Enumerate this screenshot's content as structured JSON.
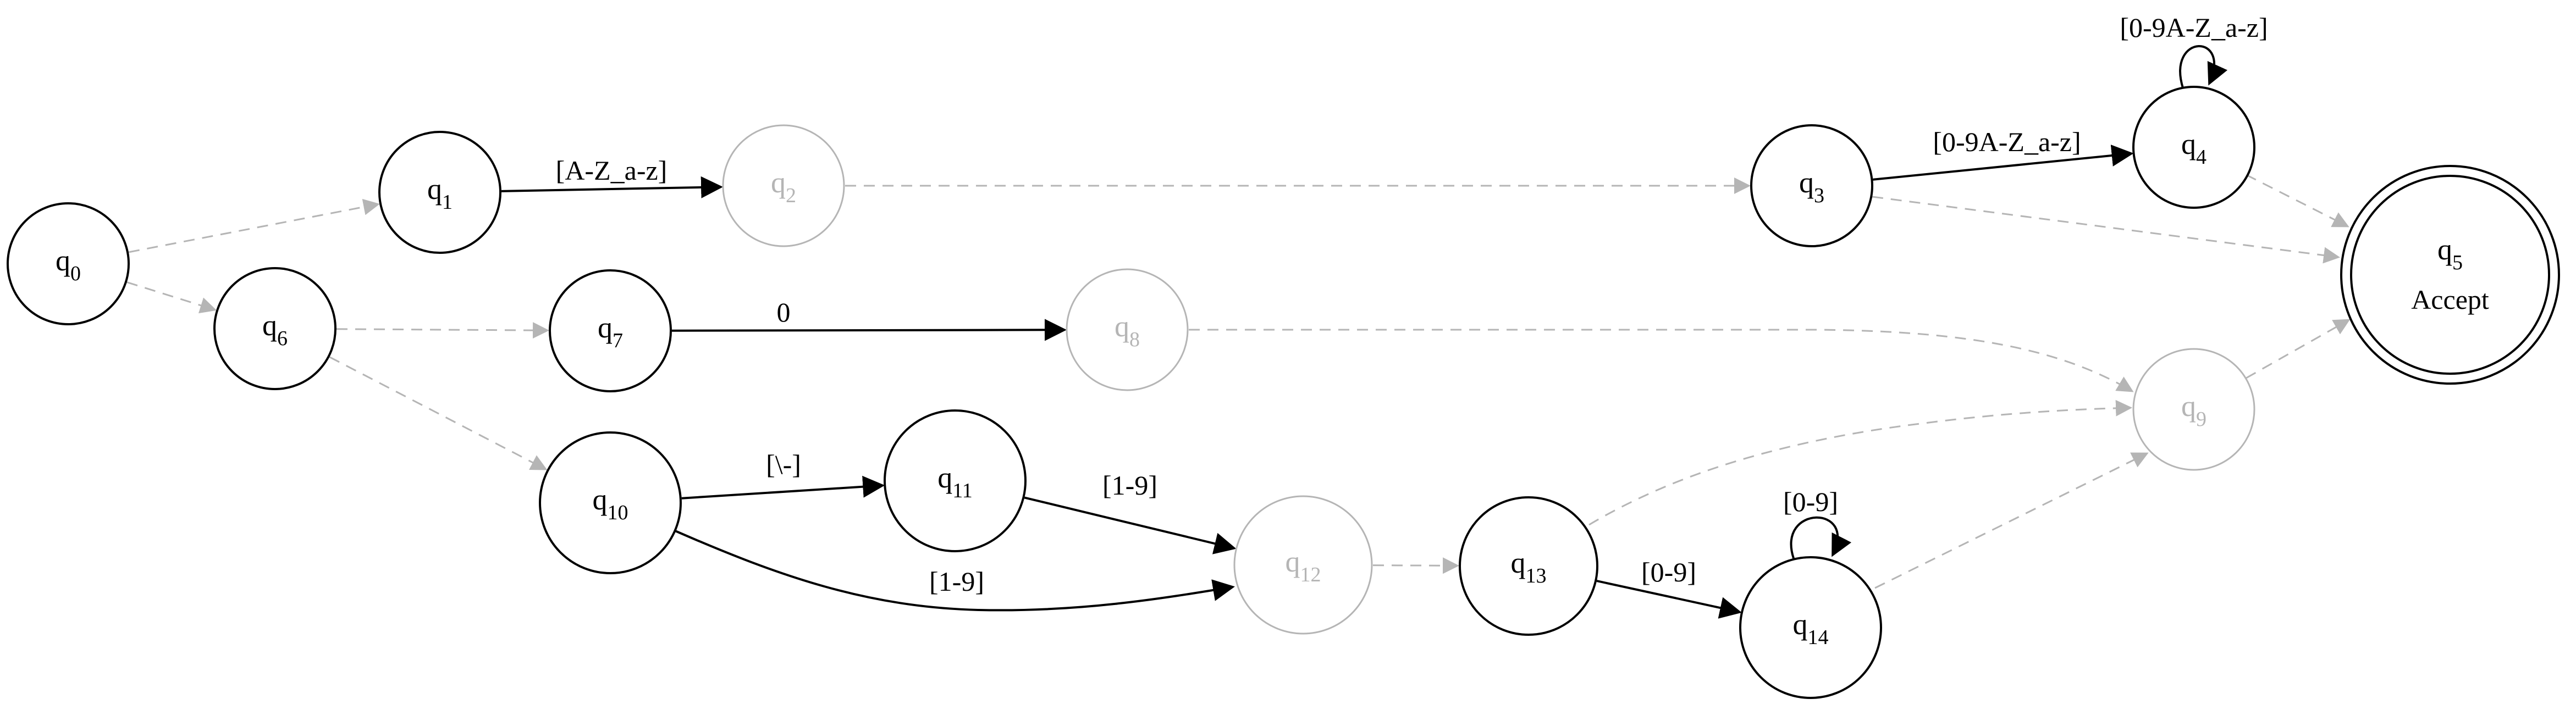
{
  "diagram": {
    "colors": {
      "solid": "#000000",
      "faded": "#b5b5b5",
      "background": "#ffffff"
    },
    "nodes": [
      {
        "id": "q0",
        "name": "q",
        "sub": "0",
        "style": "solid"
      },
      {
        "id": "q1",
        "name": "q",
        "sub": "1",
        "style": "solid"
      },
      {
        "id": "q2",
        "name": "q",
        "sub": "2",
        "style": "faded"
      },
      {
        "id": "q3",
        "name": "q",
        "sub": "3",
        "style": "solid"
      },
      {
        "id": "q4",
        "name": "q",
        "sub": "4",
        "style": "solid"
      },
      {
        "id": "q5",
        "name": "q",
        "sub": "5",
        "extra": "Accept",
        "style": "solid",
        "accepting": true
      },
      {
        "id": "q6",
        "name": "q",
        "sub": "6",
        "style": "solid"
      },
      {
        "id": "q7",
        "name": "q",
        "sub": "7",
        "style": "solid"
      },
      {
        "id": "q8",
        "name": "q",
        "sub": "8",
        "style": "faded"
      },
      {
        "id": "q9",
        "name": "q",
        "sub": "9",
        "style": "faded"
      },
      {
        "id": "q10",
        "name": "q",
        "sub": "10",
        "style": "solid"
      },
      {
        "id": "q11",
        "name": "q",
        "sub": "11",
        "style": "solid"
      },
      {
        "id": "q12",
        "name": "q",
        "sub": "12",
        "style": "faded"
      },
      {
        "id": "q13",
        "name": "q",
        "sub": "13",
        "style": "solid"
      },
      {
        "id": "q14",
        "name": "q",
        "sub": "14",
        "style": "solid"
      }
    ],
    "edges": [
      {
        "id": "q0-q1",
        "from": "q0",
        "to": "q1",
        "label": "",
        "style": "dashed"
      },
      {
        "id": "q0-q6",
        "from": "q0",
        "to": "q6",
        "label": "",
        "style": "dashed"
      },
      {
        "id": "q1-q2",
        "from": "q1",
        "to": "q2",
        "label": "[A-Z_a-z]",
        "style": "solid"
      },
      {
        "id": "q2-q3",
        "from": "q2",
        "to": "q3",
        "label": "",
        "style": "dashed"
      },
      {
        "id": "q3-q4",
        "from": "q3",
        "to": "q4",
        "label": "[0-9A-Z_a-z]",
        "style": "solid"
      },
      {
        "id": "q4-q4",
        "from": "q4",
        "to": "q4",
        "label": "[0-9A-Z_a-z]",
        "style": "solid",
        "loop": true
      },
      {
        "id": "q3-q5",
        "from": "q3",
        "to": "q5",
        "label": "",
        "style": "dashed"
      },
      {
        "id": "q4-q5",
        "from": "q4",
        "to": "q5",
        "label": "",
        "style": "dashed"
      },
      {
        "id": "q6-q7",
        "from": "q6",
        "to": "q7",
        "label": "",
        "style": "dashed"
      },
      {
        "id": "q6-q10",
        "from": "q6",
        "to": "q10",
        "label": "",
        "style": "dashed"
      },
      {
        "id": "q7-q8",
        "from": "q7",
        "to": "q8",
        "label": "0",
        "style": "solid"
      },
      {
        "id": "q8-q9",
        "from": "q8",
        "to": "q9",
        "label": "",
        "style": "dashed"
      },
      {
        "id": "q9-q5",
        "from": "q9",
        "to": "q5",
        "label": "",
        "style": "dashed"
      },
      {
        "id": "q10-q11",
        "from": "q10",
        "to": "q11",
        "label": "[\\-]",
        "style": "solid"
      },
      {
        "id": "q10-q12",
        "from": "q10",
        "to": "q12",
        "label": "[1-9]",
        "style": "solid"
      },
      {
        "id": "q11-q12",
        "from": "q11",
        "to": "q12",
        "label": "[1-9]",
        "style": "solid"
      },
      {
        "id": "q12-q13",
        "from": "q12",
        "to": "q13",
        "label": "",
        "style": "dashed"
      },
      {
        "id": "q13-q9",
        "from": "q13",
        "to": "q9",
        "label": "",
        "style": "dashed"
      },
      {
        "id": "q13-q14",
        "from": "q13",
        "to": "q14",
        "label": "[0-9]",
        "style": "solid"
      },
      {
        "id": "q14-q14",
        "from": "q14",
        "to": "q14",
        "label": "[0-9]",
        "style": "solid",
        "loop": true
      },
      {
        "id": "q14-q9",
        "from": "q14",
        "to": "q9",
        "label": "",
        "style": "dashed"
      }
    ]
  }
}
